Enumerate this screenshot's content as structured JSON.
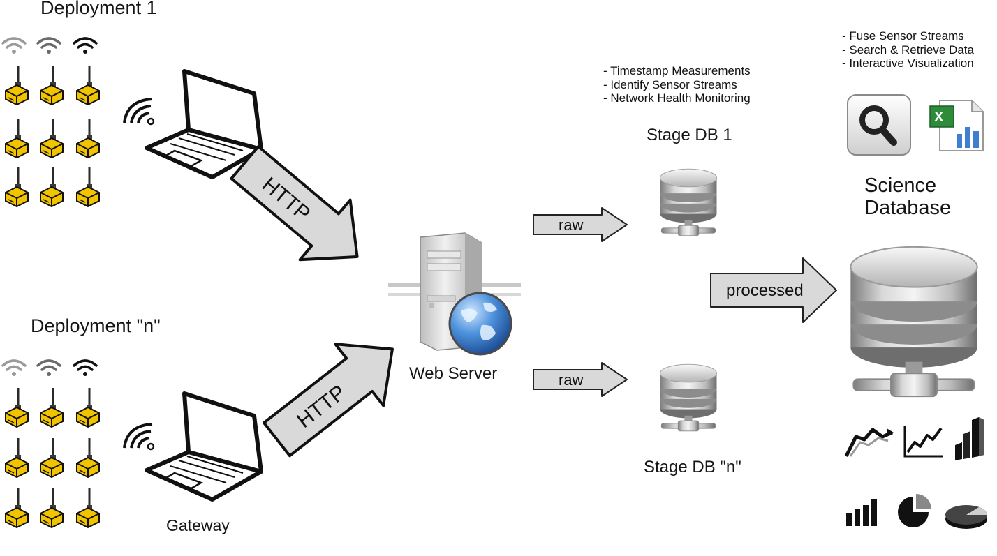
{
  "deployment_1": {
    "title": "Deployment 1"
  },
  "deployment_n": {
    "title": "Deployment \"n\""
  },
  "gateway": {
    "label": "Gateway"
  },
  "arrows": {
    "http_label": "HTTP",
    "raw_label": "raw",
    "processed_label": "processed"
  },
  "web_server": {
    "label": "Web Server"
  },
  "stage_db": {
    "tasks": [
      "- Timestamp Measurements",
      "- Identify Sensor Streams",
      "- Network Health Monitoring"
    ],
    "db1_label": "Stage DB 1",
    "dbn_label": "Stage DB \"n\""
  },
  "science_db": {
    "tasks": [
      "- Fuse Sensor Streams",
      "- Search & Retrieve Data",
      "- Interactive Visualization"
    ],
    "label_line1": "Science",
    "label_line2": "Database"
  },
  "icons": [
    "wifi-icon",
    "sensor-node-icon",
    "laptop-icon",
    "server-icon",
    "globe-icon",
    "database-icon",
    "search-icon",
    "spreadsheet-icon",
    "line-chart-icon",
    "bar-chart-icon",
    "pie-chart-icon"
  ],
  "colors": {
    "sensor_yellow": "#f2c400",
    "arrow_gray": "#d9d9d9",
    "globe_blue": "#2f6fc4"
  }
}
